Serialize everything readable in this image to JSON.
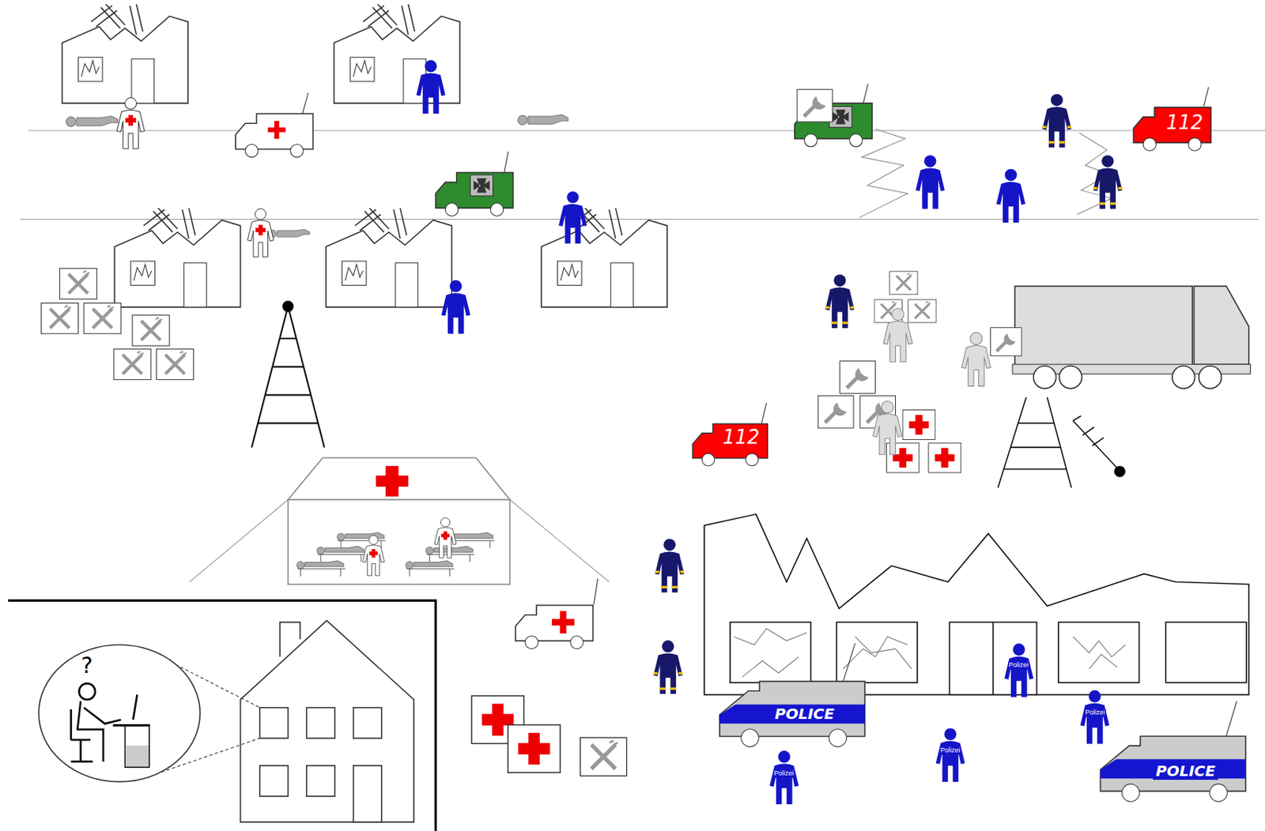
{
  "diagram": {
    "nodes": [
      {
        "text": [
          "112"
        ]
      },
      {
        "text": [
          "112"
        ]
      },
      {
        "text": [
          "Polizei"
        ]
      },
      {
        "text": [
          "POLICE"
        ]
      },
      {
        "text": [
          "Polizei"
        ]
      },
      {
        "text": [
          "Polizei"
        ]
      },
      {
        "text": [
          "POLICE"
        ]
      },
      {
        "text": [
          "Polizei"
        ]
      }
    ],
    "labels": [
      "?"
    ]
  }
}
